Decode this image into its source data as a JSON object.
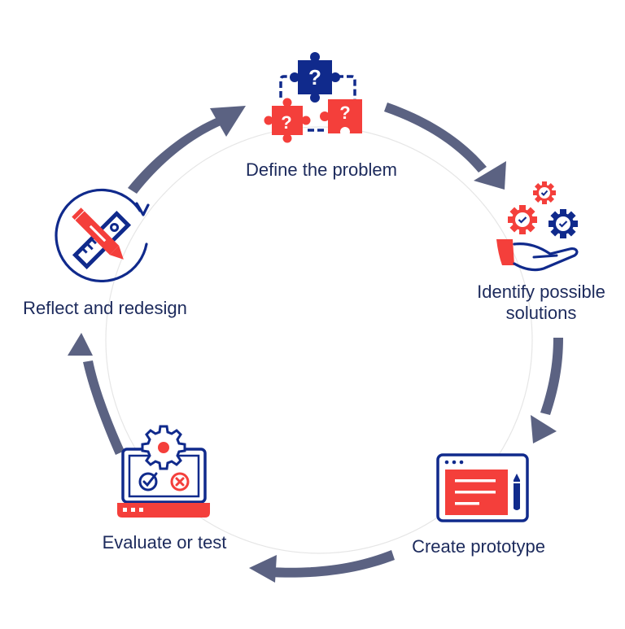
{
  "diagram": {
    "type": "cycle",
    "colors": {
      "arrow": "#5b6282",
      "navy": "#102a8c",
      "red": "#f43f3b",
      "text": "#1c2a5c",
      "guide_circle": "#e6e6e6"
    },
    "steps": [
      {
        "id": "define",
        "label": "Define the problem",
        "icon": "puzzle-pieces-icon"
      },
      {
        "id": "identify",
        "label": "Identify possible solutions",
        "icon": "hand-with-gears-icon"
      },
      {
        "id": "create",
        "label": "Create prototype",
        "icon": "prototype-window-icon"
      },
      {
        "id": "evaluate",
        "label": "Evaluate or test",
        "icon": "laptop-test-icon"
      },
      {
        "id": "reflect",
        "label": "Reflect and redesign",
        "icon": "redesign-cycle-icon"
      }
    ],
    "arrows": [
      {
        "from": "reflect",
        "to": "define"
      },
      {
        "from": "define",
        "to": "identify"
      },
      {
        "from": "identify",
        "to": "create"
      },
      {
        "from": "create",
        "to": "evaluate"
      },
      {
        "from": "evaluate",
        "to": "reflect"
      }
    ]
  }
}
